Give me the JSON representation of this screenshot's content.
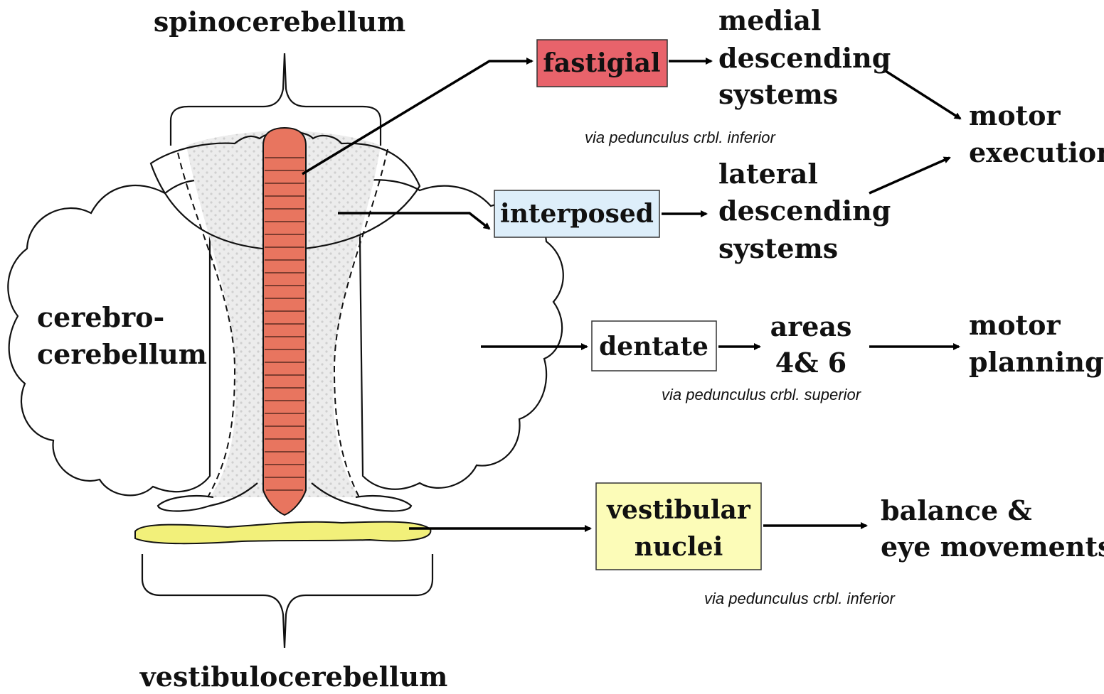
{
  "regions": {
    "spinocerebellum": "spinocerebellum",
    "cerebrocerebellum_1": "cerebro-",
    "cerebrocerebellum_2": "cerebellum",
    "vestibulocerebellum": "vestibulocerebellum"
  },
  "nuclei": {
    "fastigial": {
      "label": "fastigial",
      "fill": "#e8636b"
    },
    "interposed": {
      "label": "interposed",
      "fill": "#ddeefa"
    },
    "dentate": {
      "label": "dentate",
      "fill": "#ffffff"
    },
    "vestibular_1": "vestibular",
    "vestibular_2": "nuclei",
    "vestibular_fill": "#fcfcb8"
  },
  "targets": {
    "medial_1": "medial",
    "medial_2": "descending",
    "medial_3": "systems",
    "lateral_1": "lateral",
    "lateral_2": "descending",
    "lateral_3": "systems",
    "areas_1": "areas",
    "areas_2": "4& 6",
    "balance_1": "balance &",
    "balance_2": "eye movements"
  },
  "outcomes": {
    "execution_1": "motor",
    "execution_2": "execution",
    "planning_1": "motor",
    "planning_2": "planning"
  },
  "pathways": {
    "fastigial_via": "via pedunculus crbl. inferior",
    "dentate_via": "via pedunculus crbl. superior",
    "vestibular_via": "via pedunculus crbl. inferior"
  },
  "colors": {
    "vermis": "#e8755f",
    "paravermis": "#e6e6e6",
    "flocculus": "#f2f07a"
  }
}
